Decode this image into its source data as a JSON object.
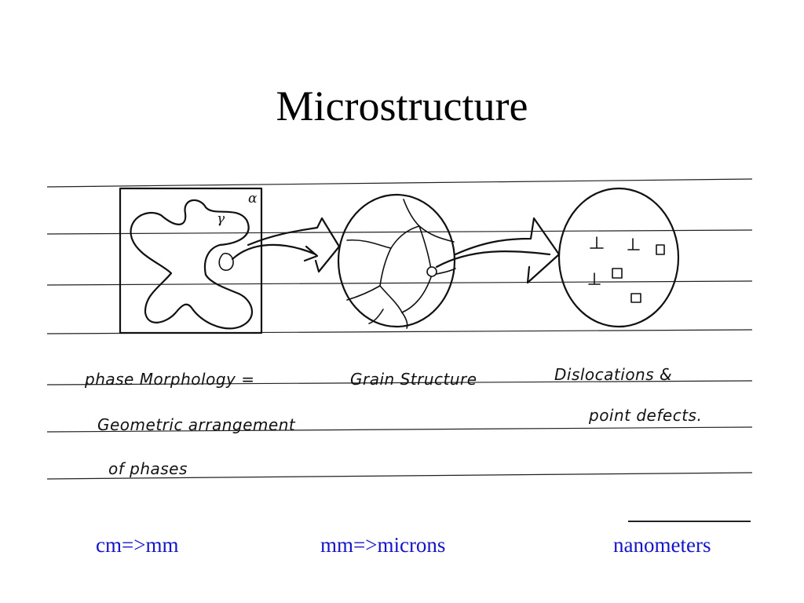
{
  "slide": {
    "title": "Microstructure"
  },
  "sketch": {
    "phase_label_gamma": "γ",
    "phase_label_alpha": "α",
    "note_phase_line1": "phase Morphology =",
    "note_phase_line2": "Geometric arrangement",
    "note_phase_line3": "of phases",
    "note_grain": "Grain Structure",
    "note_defects_line1": "Dislocations &",
    "note_defects_line2": "point defects."
  },
  "scales": [
    {
      "label": "cm=>mm"
    },
    {
      "label": "mm=>microns"
    },
    {
      "label": "nanometers"
    }
  ],
  "colors": {
    "scale_text": "#1515c8",
    "ink": "#111111"
  }
}
